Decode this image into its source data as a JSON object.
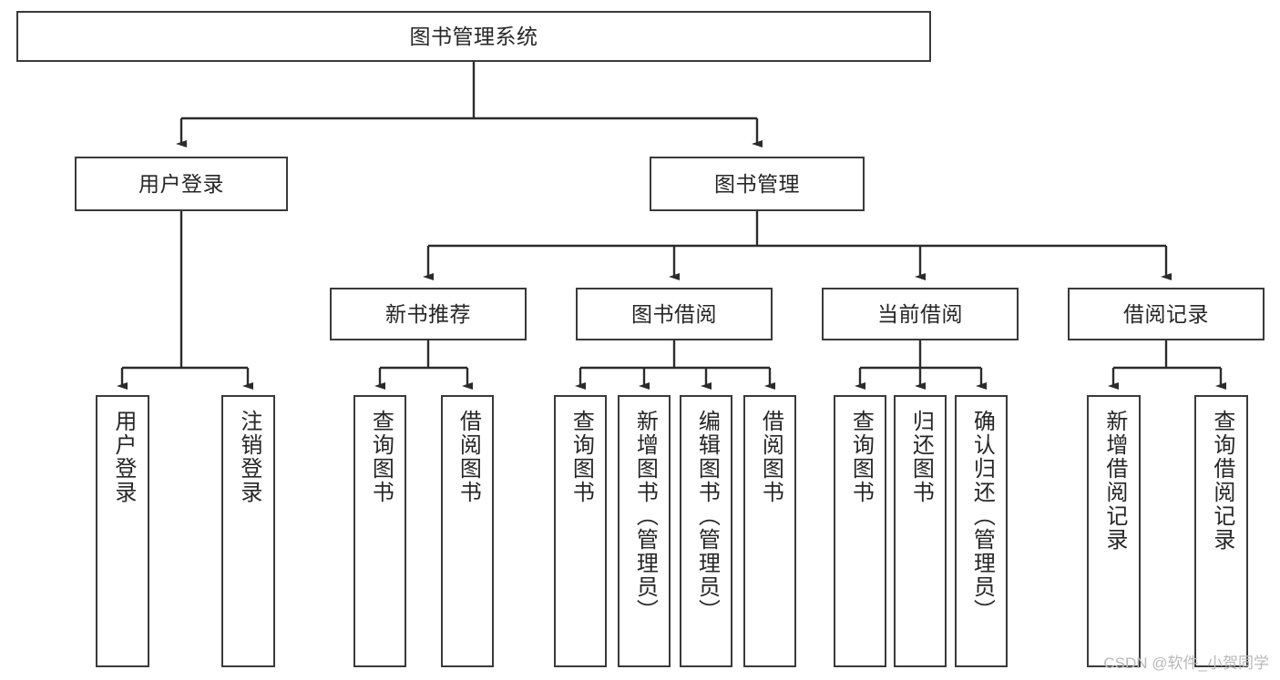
{
  "diagram": {
    "title": "图书管理系统",
    "type": "hierarchy-tree",
    "watermark": "CSDN @软件_小贺同学",
    "colors": {
      "stroke": "#3a3a3a",
      "fill": "#ffffff",
      "text": "#262626",
      "watermark": "#b8b8b8"
    },
    "levels": {
      "root": {
        "label": "图书管理系统"
      },
      "level2": [
        {
          "label": "用户登录"
        },
        {
          "label": "图书管理"
        }
      ],
      "level3": [
        {
          "label": "新书推荐"
        },
        {
          "label": "图书借阅"
        },
        {
          "label": "当前借阅"
        },
        {
          "label": "借阅记录"
        }
      ],
      "leaves": {
        "user_login": [
          {
            "label": "用户登录"
          },
          {
            "label": "注销登录"
          }
        ],
        "new_book": [
          {
            "label": "查询图书"
          },
          {
            "label": "借阅图书"
          }
        ],
        "book_borrow": [
          {
            "label": "查询图书"
          },
          {
            "label": "新增图书（管理员）"
          },
          {
            "label": "编辑图书（管理员）"
          },
          {
            "label": "借阅图书"
          }
        ],
        "current_borrow": [
          {
            "label": "查询图书"
          },
          {
            "label": "归还图书"
          },
          {
            "label": "确认归还（管理员）"
          }
        ],
        "borrow_record": [
          {
            "label": "新增借阅记录"
          },
          {
            "label": "查询借阅记录"
          }
        ]
      }
    }
  }
}
